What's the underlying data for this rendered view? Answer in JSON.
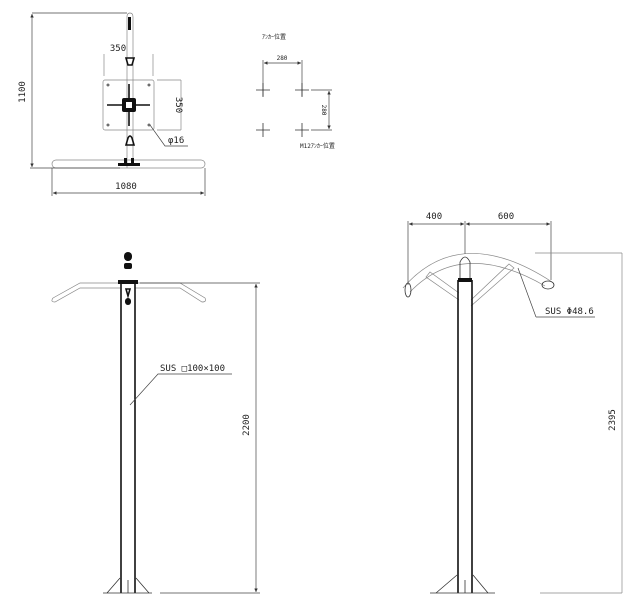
{
  "top_view": {
    "height_dim": "1100",
    "plate_width_dim": "350",
    "plate_height_dim": "350",
    "hole_dim": "φ16",
    "base_width_dim": "1080"
  },
  "anchor_view": {
    "title": "ｱﾝｶｰ位置",
    "spacing_x": "280",
    "spacing_y": "280",
    "anchor_label": "M12ｱﾝｶｰ位置"
  },
  "front_view": {
    "post_label": "SUS □100×100",
    "height_dim": "2200"
  },
  "side_view": {
    "left_reach_dim": "400",
    "right_reach_dim": "600",
    "arc_label": "SUS Φ48.6",
    "height_dim": "2395"
  }
}
